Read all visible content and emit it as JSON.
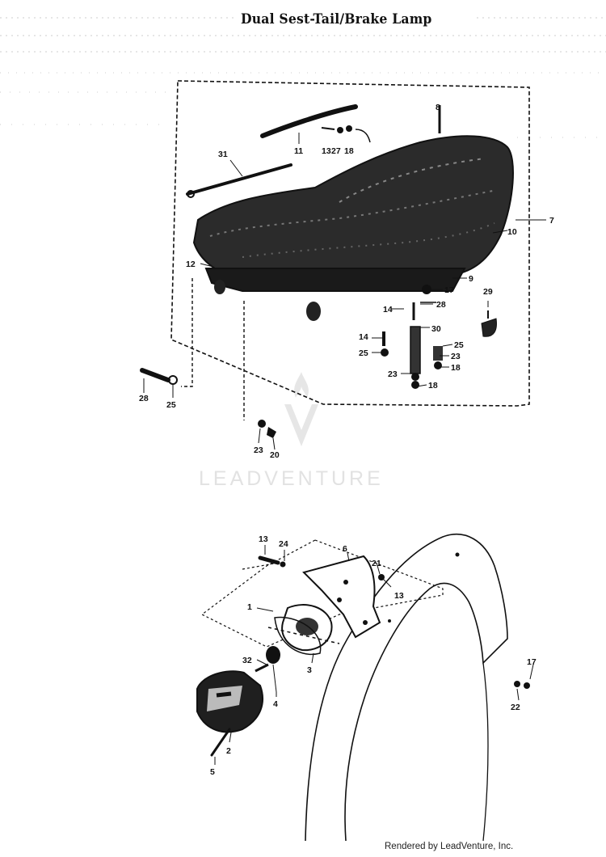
{
  "title": "Dual Sest-Tail/Brake Lamp",
  "footer": "Rendered by LeadVenture, Inc.",
  "watermark": {
    "text": "LEADVENTURE",
    "icon": "leadventure-logo-icon",
    "color": "#e2e2e2"
  },
  "colors": {
    "ink": "#111111",
    "shade": "#555555",
    "paper": "#ffffff"
  },
  "seat_callouts": [
    "31",
    "11",
    "13",
    "27",
    "18",
    "8",
    "7",
    "10",
    "12",
    "9",
    "17",
    "14",
    "28",
    "29",
    "30",
    "14",
    "25",
    "25",
    "23",
    "18",
    "23",
    "18",
    "28",
    "25",
    "23",
    "20"
  ],
  "lamp_callouts": [
    "13",
    "24",
    "6",
    "21",
    "13",
    "1",
    "32",
    "3",
    "4",
    "2",
    "5",
    "17",
    "22"
  ]
}
